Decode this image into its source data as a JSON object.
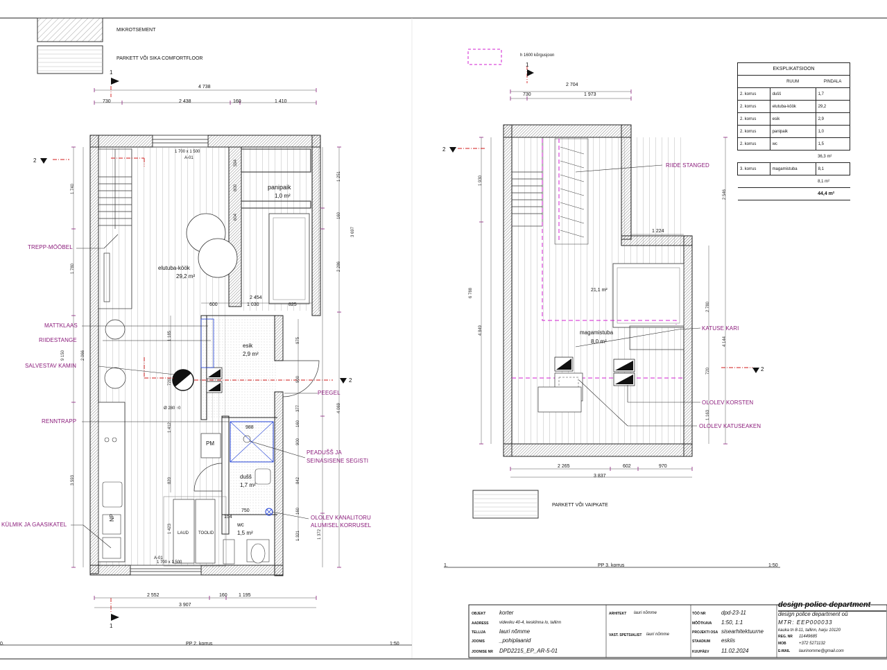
{
  "legend": {
    "mikrotsement": "MIKROTSEMENT",
    "parkett1": "PARKETT VÕI SIKA COMFORTFLOOR",
    "korgusjoon": "h 1600 kõrgusjoon",
    "parkett2": "PARKETT VÕI VAIPKATE"
  },
  "plan2": {
    "rooms": {
      "panipaik": "panipaik",
      "panipaik_area": "1,0 m²",
      "elutuba": "elutuba-köök",
      "elutuba_area": "29,2 m²",
      "esik": "esik",
      "esik_area": "2,9 m²",
      "dussi": "dušš",
      "dussi_area": "1,7 m²",
      "wc": "wc",
      "wc_area": "1,5 m²"
    },
    "annotations": {
      "trepp": "TREPP-MÖÖBEL",
      "mattklaas": "MATTKLAAS",
      "riidestange": "RIIDESTANGE",
      "salvestav": "SALVESTAV KAMIN",
      "renntrapp": "RENNTRAPP",
      "peegel": "PEEGEL",
      "peadussi1": "PEADUŠŠ JA",
      "peadussi2": "SEINASISENE SEGISTI",
      "kulmik": "KÜLMIK JA GAASIKATEL",
      "ololev1": "OLOLEV KANALITORU",
      "ololev2": "ALUMISEL KORRUSEL"
    },
    "labels": {
      "window_top": "1 700 x 1 500",
      "window_top_id": "A-01",
      "window_bot": "1 700 x 1 500",
      "window_bot_id": "A-01",
      "laud": "LAUD",
      "tool": "TOOLID",
      "pm": "PM",
      "np": "NP",
      "kamin_dim": "Ø 280 ↑0"
    },
    "dims_top": {
      "total": "4 738",
      "d1": "730",
      "d2": "2 438",
      "d3": "160",
      "d4": "1 410"
    },
    "dims_bottom": {
      "d1": "2 552",
      "d2": "160",
      "d3": "1 195",
      "total": "3 907"
    },
    "dims_mid": {
      "d1": "2 454",
      "d2": "600",
      "d3": "1 030",
      "d4": "825",
      "d5": "988",
      "d6": "750",
      "d7": "154"
    },
    "dims_left": {
      "a": "1 740",
      "b": "1 780",
      "c": "2 066",
      "d": "9 150",
      "e": "3 593"
    },
    "dims_right": {
      "a": "1 251",
      "b": "160",
      "c": "2 286",
      "d": "3 697",
      "e": "975",
      "f": "900",
      "g": "377",
      "h": "160",
      "i": "900",
      "j": "842",
      "k": "160",
      "l": "1 321",
      "m": "4 069",
      "n": "1 372"
    },
    "dims_inner": {
      "a": "1 185",
      "b": "720",
      "c": "1 412",
      "d": "820",
      "e": "1 423",
      "f": "594",
      "g": "800",
      "h": "604"
    },
    "section_a": "1",
    "section_b": "1",
    "section_c": "2",
    "section_d": "2",
    "caption": "PP 2. korrus",
    "caption_num": "0.",
    "scale": "1:50"
  },
  "plan3": {
    "rooms": {
      "area_21": "21,1 m²",
      "magamistuba": "magamistuba",
      "magamistuba_area": "8,0 m²"
    },
    "annotations": {
      "riide": "RIIDE STANGED",
      "katuse": "KATUSE KARI",
      "korsten": "OLOLEV KORSTEN",
      "katuseaken": "OLOLEV KATUSEAKEN"
    },
    "dims_top": {
      "total": "2 704",
      "d1": "730",
      "d2": "1 973"
    },
    "dims_bottom": {
      "d1": "2 265",
      "d2": "602",
      "d3": "970",
      "total": "3 837"
    },
    "dims_left": {
      "a": "1 930",
      "b": "4 849",
      "c": "6 788"
    },
    "dims_right": {
      "a": "2 546",
      "b": "2 780",
      "c": "4 144",
      "d": "720",
      "e": "1 163"
    },
    "dim_1224": "1 224",
    "section_a": "1",
    "section_b": "2",
    "section_c": "2",
    "caption_num": "1.",
    "caption": "PP 3. korrus",
    "scale": "1:50"
  },
  "table": {
    "title": "EKSPLIKATSIOON",
    "h_room": "RUUM",
    "h_area": "PINDALA",
    "rows": [
      {
        "floor": "2. korrus",
        "room": "dušš",
        "area": "1,7"
      },
      {
        "floor": "2. korrus",
        "room": "elutuba-köök",
        "area": "29,2"
      },
      {
        "floor": "2. korrus",
        "room": "esik",
        "area": "2,9"
      },
      {
        "floor": "2. korrus",
        "room": "panipaik",
        "area": "1,0"
      },
      {
        "floor": "2. korrus",
        "room": "wc",
        "area": "1,5"
      }
    ],
    "sub1": "36,3 m²",
    "row3": {
      "floor": "3. korrus",
      "room": "magamistuba",
      "area": "8,1"
    },
    "sub2": "8,1 m²",
    "total": "44,4 m²"
  },
  "titleblock": {
    "l_objekt": "OBJEKT",
    "v_objekt": "korter",
    "l_aadress": "AADRESS",
    "v_aadress": "videviku 40-4, kesklinna lo, tallinn",
    "l_tellija": "TELLIJA",
    "v_tellija": "lauri nõmme",
    "l_joonis": "JOONIS",
    "v_joonis": "_pohiplaanid",
    "l_joonise": "JOONISE NR",
    "v_joonise": "DPD2215_EP_AR-5-01",
    "l_arhitekt": "ARHITEKT",
    "v_arhitekt": "lauri nõmme",
    "l_vast": "VAST. SPETSIALIST",
    "v_vast": "lauri nõmme",
    "l_toonr": "TÖÖ NR",
    "v_toonr": "dpd-23-11",
    "l_mootkava": "MÕÕTKAVA",
    "v_mootkava": "1:50, 1:1",
    "l_osa": "PROJEKTI OSA",
    "v_osa": "sisearhitektuurne",
    "l_staadium": "STAADIUM",
    "v_staadium": "eskiis",
    "l_kuupaev": "KUUPÄEV",
    "v_kuupaev": "11.02.2024",
    "company_logo": "design police department",
    "company": "design police department oü",
    "mtr": "MTR: EEP000033",
    "addr": "kauka tn 8-11, tallinn, harju 10120",
    "l_reg": "REG. NR",
    "v_reg": "11449685",
    "l_mob": "MOB",
    "v_mob": "+372 5271132",
    "l_email": "E-MAIL",
    "v_email": "laurinomme@gmail.com"
  },
  "colors": {
    "accent": "#8a1a7a",
    "magenta_dash": "#d21cd2",
    "blue": "#1f3fd6",
    "section_red": "#d01818",
    "hatch": "#9a9a9a"
  }
}
